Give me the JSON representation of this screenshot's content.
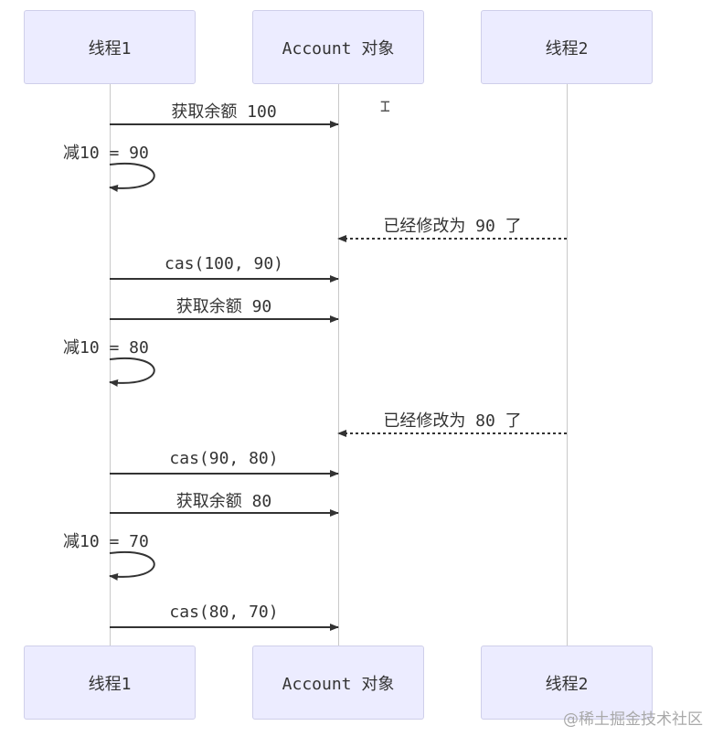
{
  "actors": {
    "t1": "线程1",
    "acct": "Account 对象",
    "t2": "线程2"
  },
  "messages": [
    {
      "text": "获取余额 100"
    },
    {
      "text": "减10 = 90"
    },
    {
      "text": "已经修改为 90 了"
    },
    {
      "text": "cas(100, 90)"
    },
    {
      "text": "获取余额 90"
    },
    {
      "text": "减10 = 80"
    },
    {
      "text": "已经修改为 80 了"
    },
    {
      "text": "cas(90, 80)"
    },
    {
      "text": "获取余额 80"
    },
    {
      "text": "减10 = 70"
    },
    {
      "text": "cas(80, 70)"
    }
  ],
  "watermark": "@稀土掘金技术社区",
  "colors": {
    "actor_fill": "#ececff",
    "actor_border": "#cfcfea",
    "line": "#333333"
  }
}
